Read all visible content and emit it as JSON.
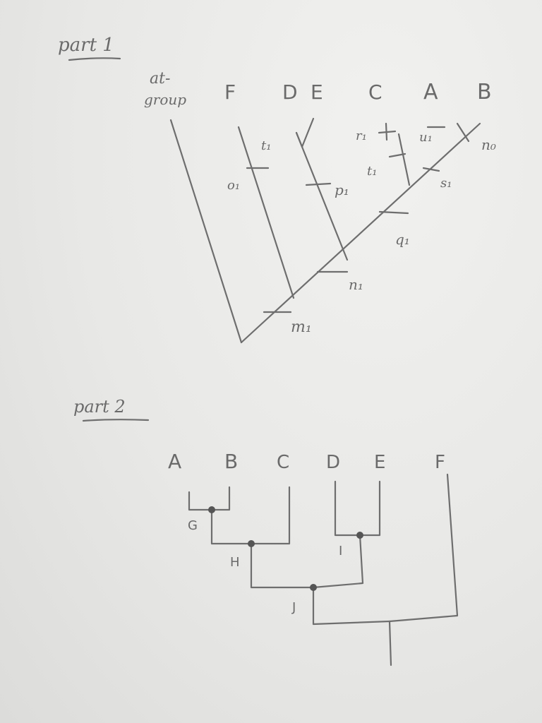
{
  "part1": {
    "heading": "part 1",
    "taxa": {
      "outgroup_line1": "at-",
      "outgroup_line2": "group",
      "F": "F",
      "D": "D",
      "E": "E",
      "C": "C",
      "A": "A",
      "B": "B"
    },
    "characters": {
      "t1_left": "t₁",
      "o1": "o₁",
      "p1": "p₁",
      "r1": "r₁",
      "t1_right": "t₁",
      "u1": "u₁",
      "n0": "n₀",
      "s1": "s₁",
      "q1": "q₁",
      "n1": "n₁",
      "m1": "m₁"
    }
  },
  "part2": {
    "heading": "part 2",
    "taxa": [
      "A",
      "B",
      "C",
      "D",
      "E",
      "F"
    ],
    "nodes": {
      "G": "G",
      "H": "H",
      "I": "I",
      "J": "J"
    }
  }
}
